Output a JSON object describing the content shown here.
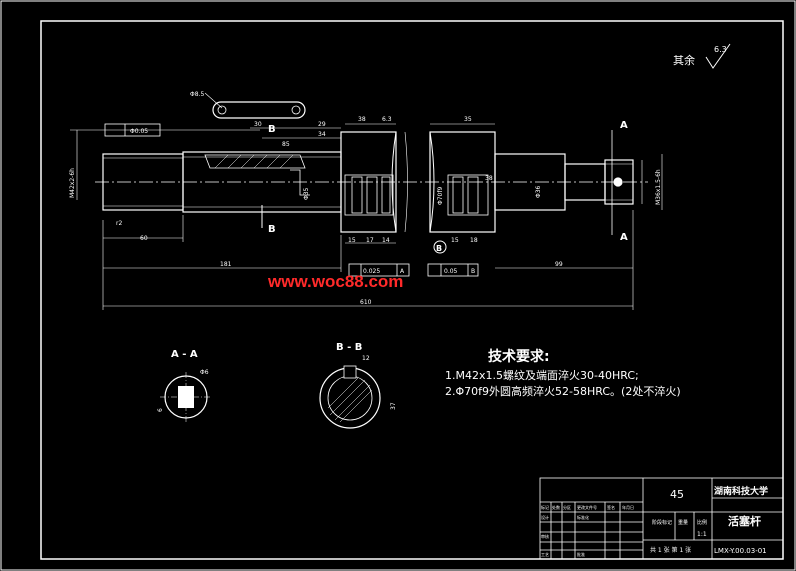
{
  "drawing": {
    "roughness_label": "其余",
    "roughness_value": "6.3",
    "watermark": "www.woc88.com",
    "section_labels": {
      "a_a": "A - A",
      "b_b": "B - B"
    },
    "cut_markers": {
      "a": "A",
      "b": "B"
    },
    "detail_marker": "B",
    "tech": {
      "title": "技术要求:",
      "req1": "1.M42x1.5螺纹及端面淬火30-40HRC;",
      "req2": "2.Φ70f9外圆高频淬火52-58HRC。(2处不淬火)"
    },
    "dims": {
      "d_left_thread": "M42x2-6h",
      "d_top_slot": "Φ8.5",
      "d_tol_frame": "Φ0.05",
      "d_30": "30",
      "d_29": "29",
      "d_34": "34",
      "d_38": "38",
      "d_6_3": "6.3",
      "d_85": "85",
      "d_60": "60",
      "d_r2": "r2",
      "d_181": "181",
      "d_610": "610",
      "d_99": "99",
      "d_15a": "15",
      "d_17": "17",
      "d_14": "14",
      "d_15b": "15",
      "d_18": "18",
      "d_35": "35",
      "d_38b": "38",
      "d_phi70": "Φ70f9",
      "d_phi35": "Φ35",
      "d_phi36": "Φ36",
      "d_m36": "M36x1.5-6h",
      "d_flat": "0.025",
      "d_perp": "0.05",
      "d_perp_ref": "B",
      "d_flat_ref": "A",
      "d_aa_phi6": "Φ6",
      "d_aa_6": "6",
      "d_bb_12": "12",
      "d_bb_37": "37"
    }
  },
  "title_block": {
    "material": "45",
    "school": "湖南科技大学",
    "part_name": "活塞杆",
    "drawing_no": "LMX-Y.00.03-01",
    "row_labels": [
      "标记",
      "处数",
      "分区",
      "更改文件号",
      "签名",
      "年月日"
    ],
    "design_label": "设计",
    "check_label": "审核",
    "process_label": "工艺",
    "std_label": "标准化",
    "approve_label": "批准",
    "stage_label": "阶段标记",
    "weight_label": "重量",
    "scale_label": "比例",
    "scale_value": "1:1",
    "sheet_text": "共 1 张 第 1 张"
  }
}
